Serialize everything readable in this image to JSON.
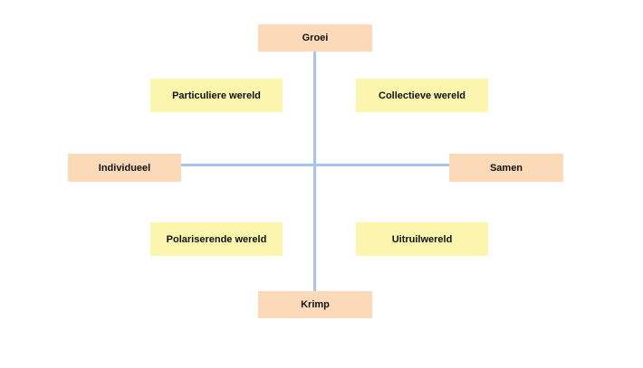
{
  "axes": {
    "vertical": {
      "top": "Groei",
      "bottom": "Krimp"
    },
    "horizontal": {
      "left": "Individueel",
      "right": "Samen"
    },
    "line_color": "#a9c4ee"
  },
  "quadrants": {
    "top_left": "Particuliere wereld",
    "top_right": "Collectieve wereld",
    "bottom_left": "Polariserende wereld",
    "bottom_right": "Uitruilwereld"
  },
  "colors": {
    "pole_fill": "#fcd9b8",
    "quadrant_fill": "#fbf5ad"
  }
}
